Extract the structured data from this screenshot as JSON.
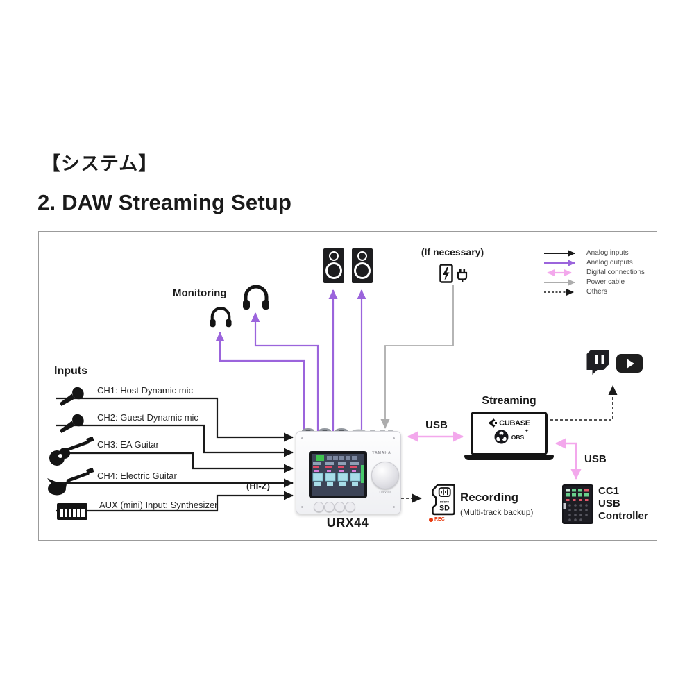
{
  "page": {
    "title_jp": "【システム】",
    "title_en": "2. DAW Streaming Setup"
  },
  "legend": {
    "items": [
      {
        "label": "Analog inputs",
        "color": "#1a1a1a",
        "style": "solid"
      },
      {
        "label": "Analog outputs",
        "color": "#9b64dc",
        "style": "solid"
      },
      {
        "label": "Digital connections",
        "color": "#f3a8ec",
        "style": "double"
      },
      {
        "label": "Power cable",
        "color": "#adadad",
        "style": "solid"
      },
      {
        "label": "Others",
        "color": "#1a1a1a",
        "style": "dashed"
      }
    ]
  },
  "monitoring_label": "Monitoring",
  "if_necessary_label": "(If necessary)",
  "inputs": {
    "header": "Inputs",
    "hiz": "(HI-Z)",
    "channels": [
      {
        "label": "CH1: Host Dynamic mic",
        "icon": "microphone-icon"
      },
      {
        "label": "CH2: Guest Dynamic mic",
        "icon": "microphone-icon"
      },
      {
        "label": "CH3: EA Guitar",
        "icon": "acoustic-guitar-icon"
      },
      {
        "label": "CH4: Electric Guitar",
        "icon": "electric-guitar-icon"
      },
      {
        "label": "AUX (mini) Input: Synthesizer",
        "icon": "synthesizer-keyboard-icon"
      }
    ]
  },
  "device": {
    "model": "URX44",
    "brand": "YAMAHA"
  },
  "usb": {
    "left": "USB",
    "right": "USB"
  },
  "streaming": {
    "label": "Streaming",
    "cubase": "CUBASE",
    "obs": "OBS"
  },
  "destinations": {
    "icons": [
      "twitch-icon",
      "youtube-icon"
    ]
  },
  "controller": {
    "line1": "CC1",
    "line2": "USB",
    "line3": "Controller"
  },
  "recording": {
    "title": "Recording",
    "subtitle": "(Multi-track backup)",
    "sd_top": "micro",
    "sd_label": "SD",
    "rec": "REC"
  },
  "colors": {
    "analog_input": "#1a1a1a",
    "analog_output": "#9b64dc",
    "digital": "#f3a8ec",
    "power": "#adadad",
    "rec_red": "#e8380d"
  }
}
